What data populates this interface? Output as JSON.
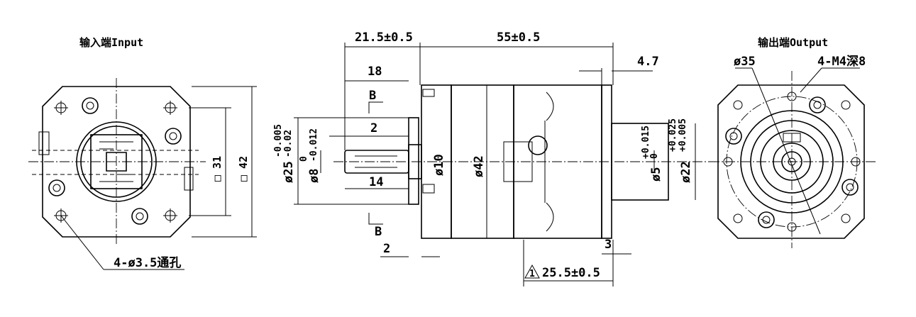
{
  "views": {
    "input": {
      "title": "输入端Input",
      "hole_note": "4-ø3.5通孔",
      "side_a": "□ 31",
      "side_b": "□ 42"
    },
    "side": {
      "dim_top_left": "21.5±0.5",
      "dim_top_right": "55±0.5",
      "dim_flange": "4.7",
      "dim_key_len": "18",
      "dim_key_off": "2",
      "dim_shaft_len": "14",
      "dim_bottom_off": "2",
      "dim_3": "3",
      "dim_bottom": "25.5±0.5",
      "note_triangle": "1",
      "section_b_top": "B",
      "section_b_bottom": "B",
      "dia_25": "ø25",
      "dia_25_tol_top": "-0.005",
      "dia_25_tol_bot": "-0.02",
      "dia_8": "ø8",
      "dia_8_tol_top": "0",
      "dia_8_tol_bot": "-0.012",
      "dia_10": "ø10",
      "dia_42": "ø42",
      "dia_5": "ø5",
      "dia_5_tol_top": "+0.015",
      "dia_5_tol_bot": "0",
      "dia_22": "ø22",
      "dia_22_tol_top": "+0.025",
      "dia_22_tol_bot": "+0.005"
    },
    "output": {
      "title": "输出端Output",
      "dia": "ø35",
      "thread": "4-M4深8"
    }
  }
}
